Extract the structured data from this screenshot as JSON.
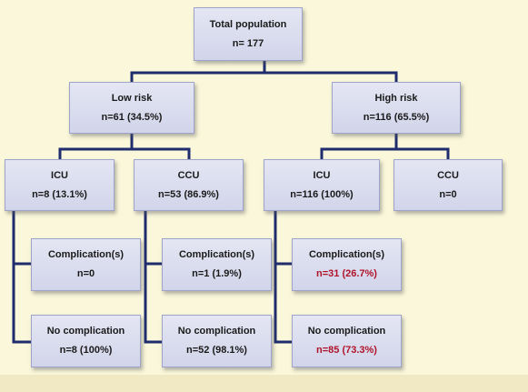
{
  "nodes": {
    "total": {
      "title": "Total population",
      "count": "n= 177"
    },
    "low_risk": {
      "title": "Low risk",
      "count": "n=61 (34.5%)"
    },
    "high_risk": {
      "title": "High risk",
      "count": "n=116 (65.5%)"
    },
    "low_icu": {
      "title": "ICU",
      "count": "n=8 (13.1%)"
    },
    "low_ccu": {
      "title": "CCU",
      "count": "n=53 (86.9%)"
    },
    "high_icu": {
      "title": "ICU",
      "count": "n=116 (100%)"
    },
    "high_ccu": {
      "title": "CCU",
      "count": "n=0"
    },
    "low_icu_comp": {
      "title": "Complication(s)",
      "count": "n=0"
    },
    "low_icu_nocomp": {
      "title": "No complication",
      "count": "n=8 (100%)"
    },
    "low_ccu_comp": {
      "title": "Complication(s)",
      "count": "n=1 (1.9%)"
    },
    "low_ccu_nocomp": {
      "title": "No complication",
      "count": "n=52 (98.1%)"
    },
    "high_icu_comp": {
      "title": "Complication(s)",
      "count": "n=31 (26.7%)"
    },
    "high_icu_nocomp": {
      "title": "No complication",
      "count": "n=85 (73.3%)"
    }
  },
  "colors": {
    "connector": "#1f2d6e",
    "box_border": "#9ea3c9",
    "highlight_text": "#b0132a"
  }
}
